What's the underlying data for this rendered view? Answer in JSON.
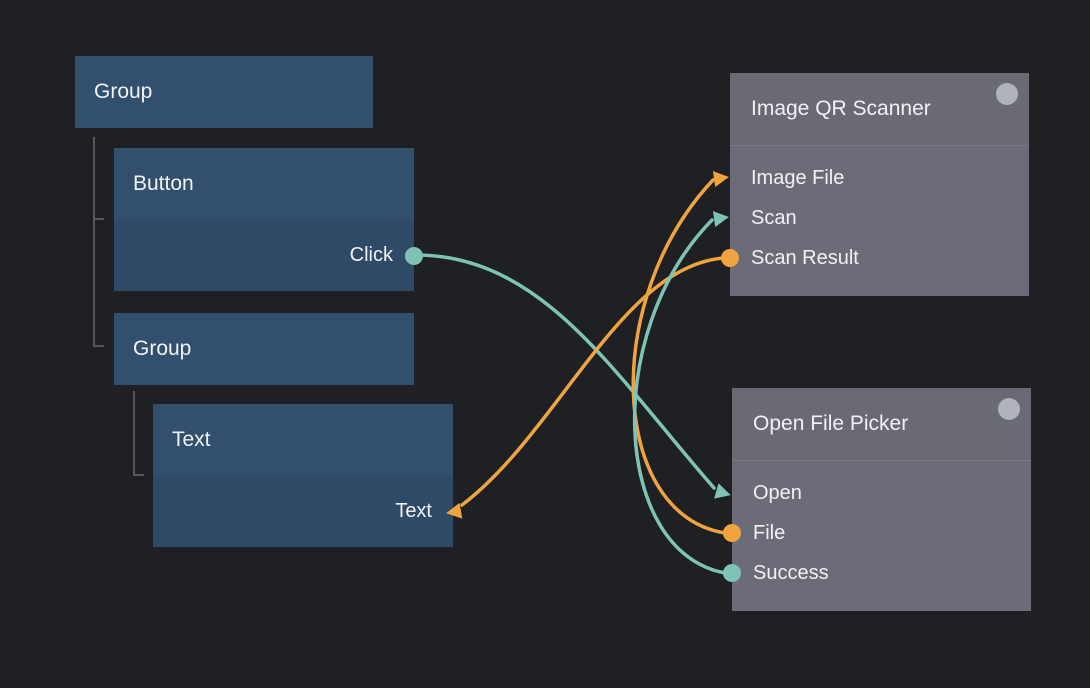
{
  "colors": {
    "bg": "#1f2023",
    "node-header": "#32506e",
    "node-body": "#2e4a66",
    "panel-header": "#696a74",
    "panel-body": "#6b6c77",
    "text": "#f1f2f4",
    "wire-teal": "#7fc2b6",
    "wire-orange": "#f0a43f",
    "connector": "#57585c",
    "corner-circle": "#b1b3ba"
  },
  "tree_nodes": [
    {
      "label": "Group"
    },
    {
      "label": "Button",
      "port": {
        "label": "Click",
        "direction": "output",
        "color": "teal"
      }
    },
    {
      "label": "Group"
    },
    {
      "label": "Text",
      "port": {
        "label": "Text",
        "direction": "input",
        "color": "orange"
      }
    }
  ],
  "panels": [
    {
      "title": "Image QR Scanner",
      "ports": [
        {
          "label": "Image File",
          "glyph": "arrow-right",
          "direction": "input",
          "color": "orange"
        },
        {
          "label": "Scan",
          "glyph": "arrow-right",
          "direction": "input",
          "color": "teal"
        },
        {
          "label": "Scan Result",
          "glyph": "dot",
          "direction": "output",
          "color": "orange"
        }
      ]
    },
    {
      "title": "Open File Picker",
      "ports": [
        {
          "label": "Open",
          "glyph": "arrow-right",
          "direction": "input",
          "color": "teal"
        },
        {
          "label": "File",
          "glyph": "dot",
          "direction": "output",
          "color": "orange"
        },
        {
          "label": "Success",
          "glyph": "dot",
          "direction": "output",
          "color": "teal"
        }
      ]
    }
  ],
  "connections": [
    {
      "from": "Button.Click",
      "to": "Open File Picker.Open",
      "color": "teal"
    },
    {
      "from": "Open File Picker.Success",
      "to": "Image QR Scanner.Scan",
      "color": "teal"
    },
    {
      "from": "Open File Picker.File",
      "to": "Image QR Scanner.Image File",
      "color": "orange"
    },
    {
      "from": "Image QR Scanner.Scan Result",
      "to": "Text.Text",
      "color": "orange"
    }
  ]
}
